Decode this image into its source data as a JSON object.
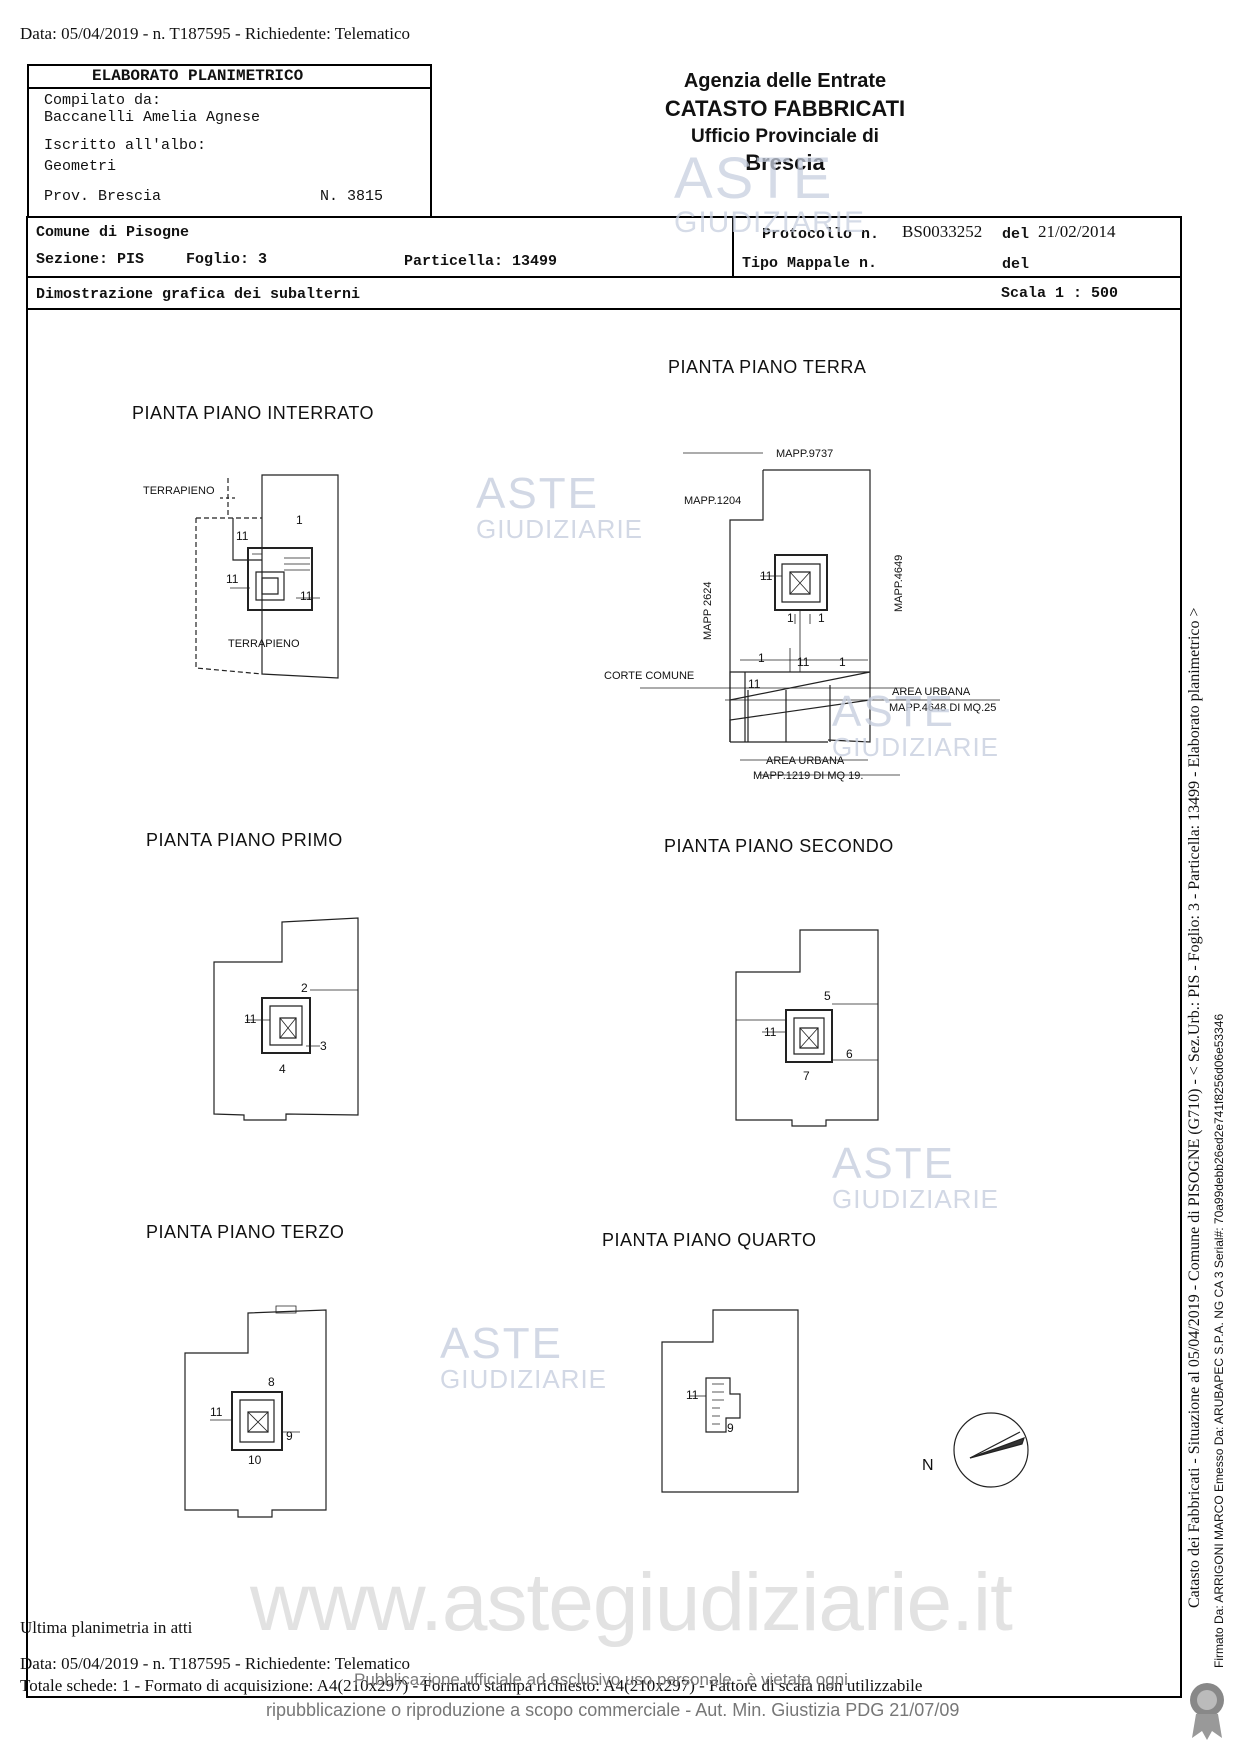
{
  "top_header": "Data: 05/04/2019 - n. T187595 - Richiedente: Telematico",
  "elaborato": {
    "title": "ELABORATO PLANIMETRICO",
    "compilato_label": "Compilato da:",
    "compilato_name": "Baccanelli Amelia Agnese",
    "iscritto_label": "Iscritto all'albo:",
    "iscritto_value": "Geometri",
    "prov_label": "Prov. Brescia",
    "numero": "N. 3815"
  },
  "agency": {
    "line1": "Agenzia delle Entrate",
    "line2": "CATASTO FABBRICATI",
    "line3": "Ufficio Provinciale di",
    "line4": "Brescia"
  },
  "info": {
    "comune": "Comune di Pisogne",
    "sezione": "Sezione: PIS",
    "foglio": "Foglio: 3",
    "particella": "Particella: 13499",
    "protocollo_label": "Protocollo n.",
    "protocollo_value": "BS0033252",
    "del_label": "del",
    "del_value": "21/02/2014",
    "tipo_label": "Tipo Mappale n.",
    "del2_label": "del",
    "dimostrazione": "Dimostrazione grafica dei subalterni",
    "scala": "Scala 1 : 500"
  },
  "plans": {
    "interrato": "PIANTA PIANO INTERRATO",
    "terra": "PIANTA PIANO TERRA",
    "primo": "PIANTA PIANO PRIMO",
    "secondo": "PIANTA PIANO SECONDO",
    "terzo": "PIANTA PIANO TERZO",
    "quarto": "PIANTA PIANO QUARTO"
  },
  "labels": {
    "terrapieno": "TERRAPIENO",
    "mapp_9737": "MAPP.9737",
    "mapp_1204": "MAPP.1204",
    "mapp_2624": "MAPP 2624",
    "mapp_4649": "MAPP.4649",
    "corte_comune": "CORTE COMUNE",
    "area_urbana": "AREA URBANA",
    "mapp_4648": "MAPP.4648 DI MQ.25",
    "mapp_1219": "MAPP.1219 DI MQ 19.",
    "north": "N"
  },
  "footer": {
    "ultima": "Ultima planimetria in atti",
    "data": "Data: 05/04/2019 - n. T187595 - Richiedente: Telematico",
    "totale": "Totale schede: 1 - Formato di acquisizione: A4(210x297) - Formato stampa richiesto: A4(210x297) - Fattore di scala non utilizzabile",
    "pubblicazione": "Pubblicazione ufficiale ad esclusivo uso personale - è vietata ogni",
    "ripubblicazione": "ripubblicazione o riproduzione a scopo commerciale - Aut. Min. Giustizia PDG 21/07/09",
    "website": "www.astegiudiziarie.it"
  },
  "side_text": {
    "main": "Catasto dei Fabbricati - Situazione al 05/04/2019 - Comune di PISOGNE (G710) - < Sez.Urb.: PIS - Foglio: 3 - Particella: 13499 - Elaborato planimetrico >",
    "signature": "Firmato Da: ARRIGONI MARCO Emesso Da: ARUBAPEC S.P.A. NG CA 3 Serial#: 70a99debb26ed2e741f8256d06e53346"
  },
  "watermark": {
    "aste": "ASTE",
    "giudiziarie": "GIUDIZIARIE"
  }
}
